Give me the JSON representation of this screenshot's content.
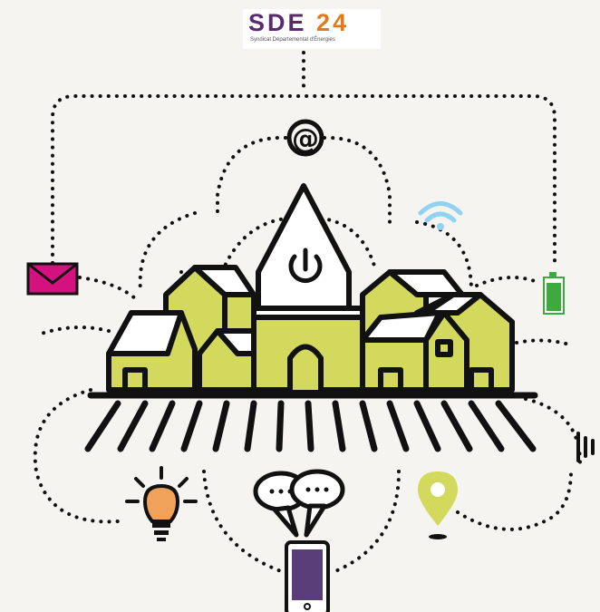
{
  "logo": {
    "text_main": "SDE",
    "text_num": "24",
    "subtitle": "Syndicat Départemental d'Énergies"
  },
  "icons": [
    "envelope-icon",
    "at-sign-icon",
    "wifi-icon",
    "battery-icon",
    "power-icon",
    "lightbulb-icon",
    "chat-bubbles-icon",
    "smartphone-icon",
    "location-pin-icon",
    "sound-wave-icon"
  ],
  "colors": {
    "village": "#d2d95c",
    "outline": "#111111",
    "envelope": "#d5117f",
    "wifi": "#8fd3f0",
    "battery": "#3caa3c",
    "bulb": "#f0a25a",
    "phone_screen": "#5a3e7a",
    "pin": "#d2d95c",
    "background": "#f6f4f1"
  }
}
